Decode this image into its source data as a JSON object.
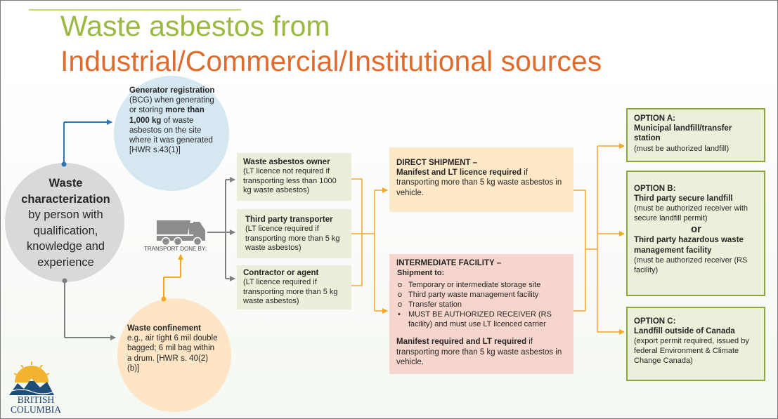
{
  "title": {
    "line1": "Waste asbestos from",
    "line2": "Industrial/Commercial/Institutional sources"
  },
  "colors": {
    "title_green": "#9ab93e",
    "title_orange": "#e06b2f",
    "connector_blue": "#2e75b6",
    "connector_orange": "#f5a623",
    "connector_gray": "#7f7f7f"
  },
  "generator": {
    "title": "Generator registration",
    "text1": "(BCG) when generating or storing",
    "bold": "more than 1,000 kg",
    "text2": "of waste asbestos on the site where it was generated [HWR s.43(1)]"
  },
  "characterization": {
    "title": "Waste characterization",
    "text": "by person with qualification, knowledge and experience"
  },
  "confinement": {
    "title": "Waste confinement",
    "text": "e.g., air tight 6 mil double bagged; 6 mil bag within a drum. [HWR s. 40(2)(b)]"
  },
  "transport": {
    "label": "TRANSPORT DONE BY:",
    "icon": "dump-truck-icon"
  },
  "carriers": [
    {
      "title": "Waste asbestos owner",
      "text": "(LT licence not required if transporting less than 1000 kg waste asbestos)"
    },
    {
      "title": "Third party transporter",
      "text": "(LT licence required if transporting more than 5 kg waste asbestos)"
    },
    {
      "title": "Contractor or agent",
      "text": "(LT licence required if transporting more than 5 kg waste asbestos)"
    }
  ],
  "direct_shipment": {
    "title": "DIRECT SHIPMENT –",
    "bold": "Manifest and LT licence required",
    "text": "if transporting more than 5 kg waste asbestos in vehicle."
  },
  "intermediate": {
    "title": "INTERMEDIATE FACILITY –",
    "subtitle": "Shipment to:",
    "items": [
      {
        "bullet": "o",
        "text": "Temporary or intermediate storage site"
      },
      {
        "bullet": "o",
        "text": "Third party waste management facility"
      },
      {
        "bullet": "o",
        "text": "Transfer station"
      },
      {
        "bullet": "•",
        "text": "MUST BE AUTHORIZED RECEIVER (RS facility) and must use LT licenced carrier"
      }
    ],
    "bold": "Manifest required and LT required",
    "text": "if transporting more than 5 kg waste asbestos in vehicle."
  },
  "options": {
    "a": {
      "heading": "OPTION A:",
      "title": "Municipal landfill/transfer station",
      "note": "(must be authorized landfill)"
    },
    "b": {
      "heading": "OPTION B:",
      "title1": "Third party secure landfill",
      "note1": "(must be authorized receiver with secure landfill permit)",
      "or": "or",
      "title2": "Third party hazardous waste management facility",
      "note2": "(must be authorized receiver (RS facility)"
    },
    "c": {
      "heading": "OPTION C:",
      "title": "Landfill outside of Canada",
      "note": "(export permit required, issued by federal Environment & Climate Change Canada)"
    }
  },
  "logo": {
    "line1": "BRITISH",
    "line2": "COLUMBIA"
  }
}
